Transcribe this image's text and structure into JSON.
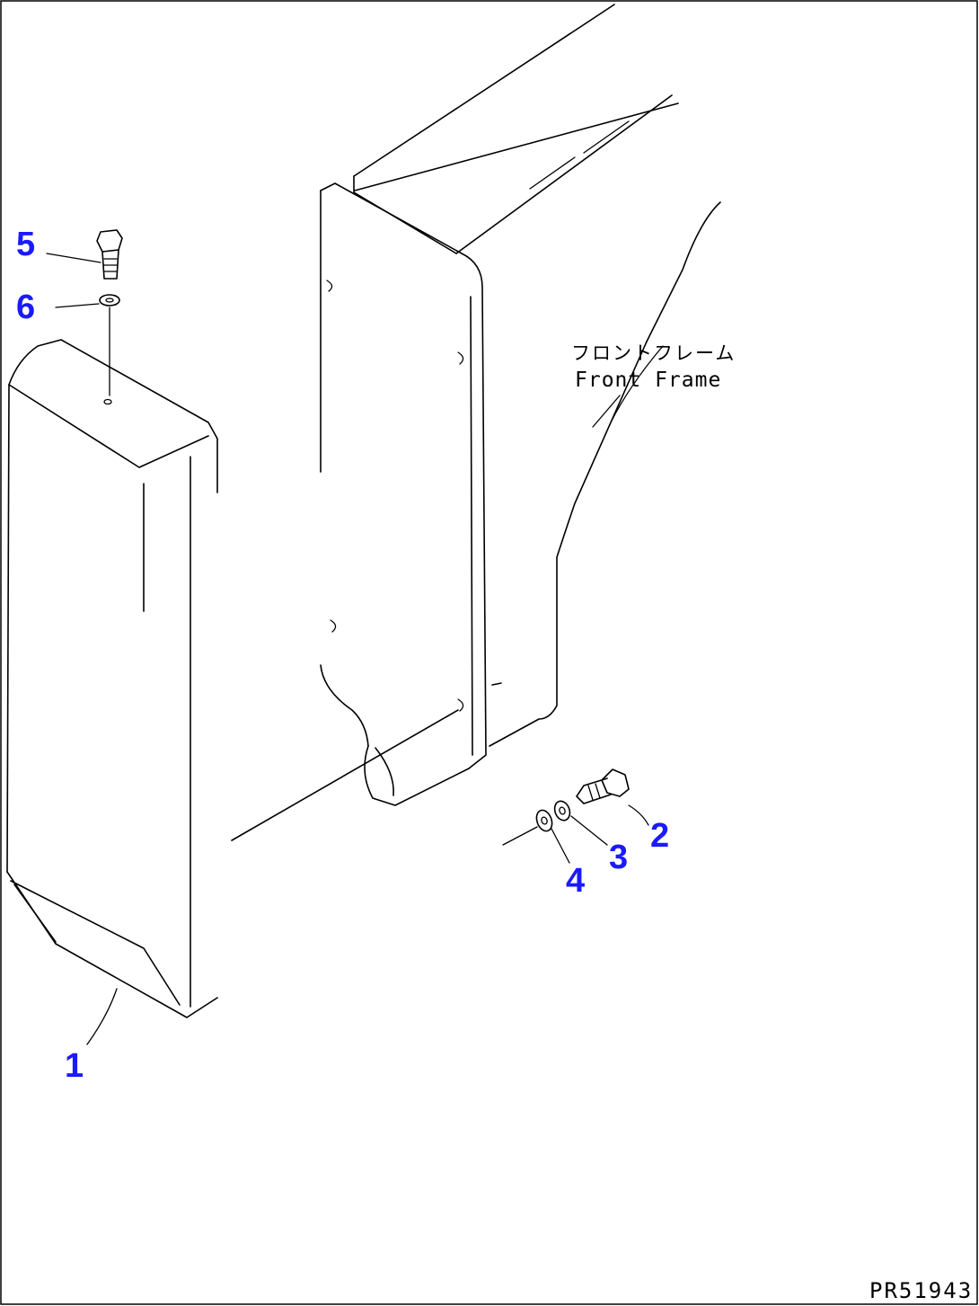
{
  "frame_label_jp": "フロントフレーム",
  "frame_label_en": "Front Frame",
  "drawing_number": "PR51943",
  "callouts": {
    "c1": "1",
    "c2": "2",
    "c3": "3",
    "c4": "4",
    "c5": "5",
    "c6": "6"
  },
  "colors": {
    "callout": "#1a1aff",
    "line": "#000000",
    "background": "#ffffff"
  }
}
